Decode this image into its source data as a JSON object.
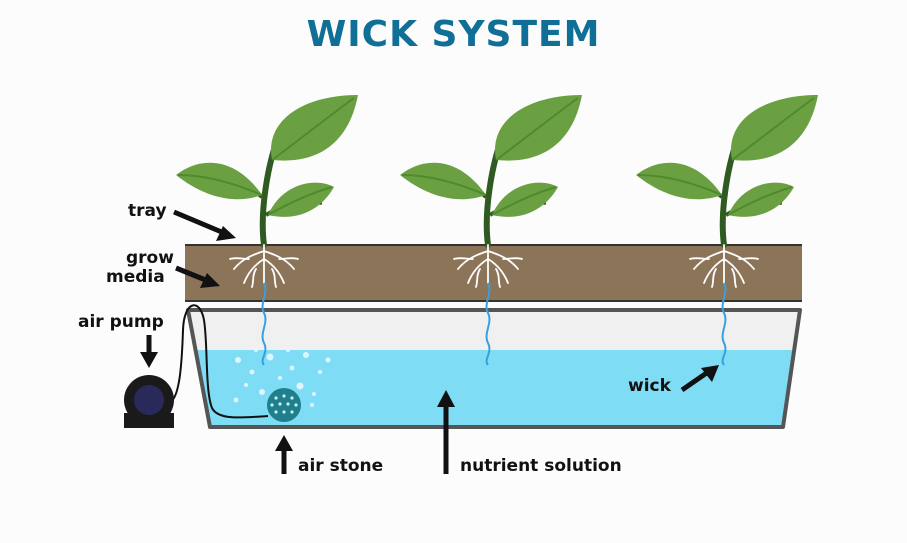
{
  "title": "WICK SYSTEM",
  "labels": {
    "tray": "tray",
    "grow_media_line1": "grow",
    "grow_media_line2": "media",
    "air_pump": "air pump",
    "air_stone": "air stone",
    "nutrient_solution": "nutrient solution",
    "wick": "wick"
  },
  "colors": {
    "title": "#0f6f96",
    "grow_media": "#8c7459",
    "water": "#7fdcf5",
    "reservoir_air": "#f0f0f0",
    "reservoir_outline": "#555555",
    "leaf": "#6aa042",
    "leaf_dark": "#4f8a2d",
    "stem": "#2f5a22",
    "wick": "#3aa0dd",
    "air_stone": "#1f7f8c",
    "pump_body": "#1a1a1a",
    "pump_center": "#2a2a5a",
    "arrow": "#111111"
  }
}
